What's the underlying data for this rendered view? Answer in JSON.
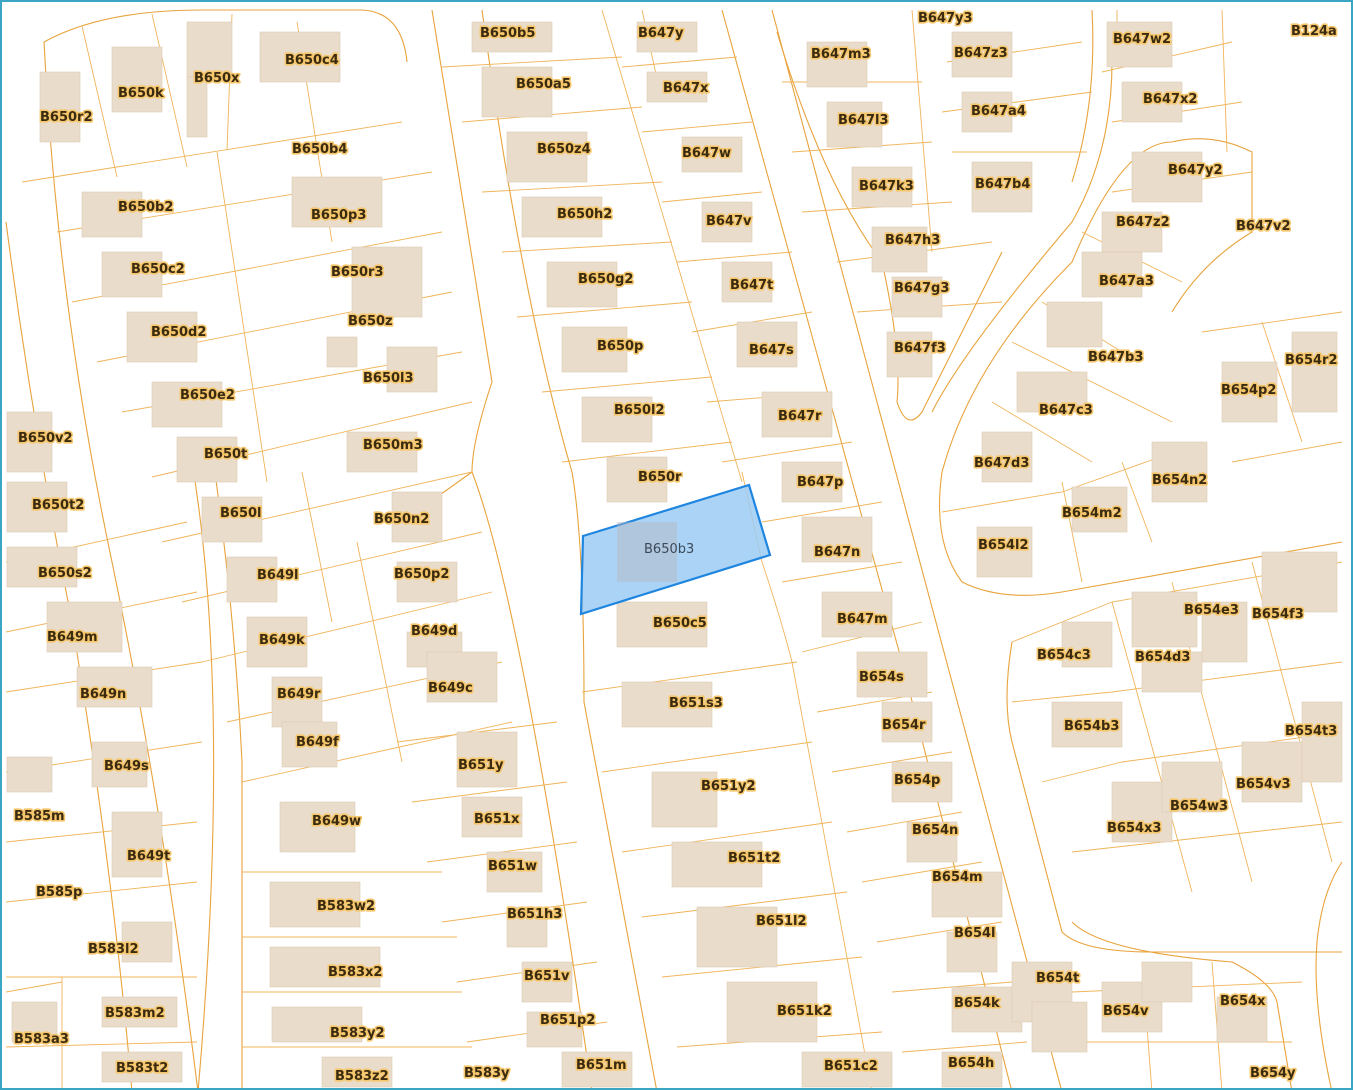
{
  "map": {
    "colors": {
      "background": "#ffffff",
      "frame": "#3aa6c4",
      "road_edge": "#e8a33c",
      "parcel_line": "#f0b45a",
      "building": "#e9dccb",
      "label_halo": "#f5c66b",
      "label_text": "#3a2a10",
      "selection_fill": "#9ccbf5",
      "selection_stroke": "#1f86e0"
    },
    "selected_parcel": "B650b3",
    "parcel_labels": [
      "B650b5",
      "B647y",
      "B647y3",
      "B124a",
      "B650c4",
      "B650x",
      "B650k",
      "B650r2",
      "B650a5",
      "B647x",
      "B647m3",
      "B647z3",
      "B647w2",
      "B647x2",
      "B650b4",
      "B650z4",
      "B647w",
      "B647l3",
      "B647a4",
      "B647k3",
      "B647b4",
      "B647y2",
      "B650b2",
      "B650p3",
      "B650h2",
      "B647v",
      "B647z2",
      "B647v2",
      "B650c2",
      "B650r3",
      "B650g2",
      "B647t",
      "B647h3",
      "B647g3",
      "B647a3",
      "B650d2",
      "B650z",
      "B650p",
      "B647s",
      "B647f3",
      "B647b3",
      "B654r2",
      "B650l3",
      "B650e2",
      "B650l2",
      "B647r",
      "B647c3",
      "B654p2",
      "B650v2",
      "B650m3",
      "B650t",
      "B650r",
      "B647p",
      "B647d3",
      "B654n2",
      "B650t2",
      "B650l",
      "B650n2",
      "B654m2",
      "B654l2",
      "B647n",
      "B650s2",
      "B649l",
      "B650p2",
      "B649k",
      "B649d",
      "B650c5",
      "B647m",
      "B654e3",
      "B654f3",
      "B649m",
      "B654c3",
      "B654d3",
      "B649n",
      "B649r",
      "B649c",
      "B654s",
      "B651s3",
      "B654b3",
      "B654r",
      "B654t3",
      "B649f",
      "B649s",
      "B651y",
      "B651y2",
      "B654p",
      "B654v3",
      "B585m",
      "B649w",
      "B651x",
      "B654n",
      "B654w3",
      "B654x3",
      "B649t",
      "B651w",
      "B651t2",
      "B654m",
      "B585p",
      "B583w2",
      "B651h3",
      "B651l2",
      "B583l2",
      "B654l",
      "B583x2",
      "B651v",
      "B654t",
      "B583m2",
      "B654k",
      "B651k2",
      "B654v",
      "B654x",
      "B583y2",
      "B651p2",
      "B583a3",
      "B651m",
      "B583t2",
      "B583y",
      "B583z2",
      "B651c2",
      "B654h",
      "B654y"
    ]
  }
}
